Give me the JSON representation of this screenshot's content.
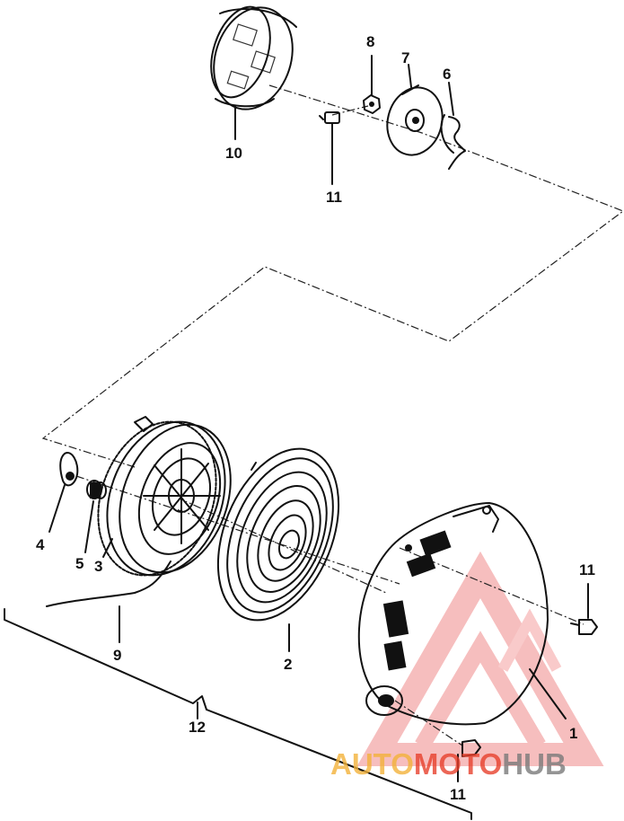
{
  "diagram": {
    "callouts": [
      {
        "id": "c1",
        "label": "1"
      },
      {
        "id": "c2",
        "label": "2"
      },
      {
        "id": "c3",
        "label": "3"
      },
      {
        "id": "c4",
        "label": "4"
      },
      {
        "id": "c5",
        "label": "5"
      },
      {
        "id": "c6",
        "label": "6"
      },
      {
        "id": "c7",
        "label": "7"
      },
      {
        "id": "c8",
        "label": "8"
      },
      {
        "id": "c9",
        "label": "9"
      },
      {
        "id": "c10",
        "label": "10"
      },
      {
        "id": "c11a",
        "label": "11"
      },
      {
        "id": "c11b",
        "label": "11"
      },
      {
        "id": "c11c",
        "label": "11"
      },
      {
        "id": "c12",
        "label": "12"
      }
    ]
  },
  "watermark": {
    "part1": "AUTO",
    "part2": "MOTO",
    "part3": "HUB",
    "color_light": "#f3b23a",
    "color_red": "#e8402d",
    "color_gray": "#7a7a7a"
  },
  "colors": {
    "line": "#111111",
    "background": "#ffffff"
  }
}
